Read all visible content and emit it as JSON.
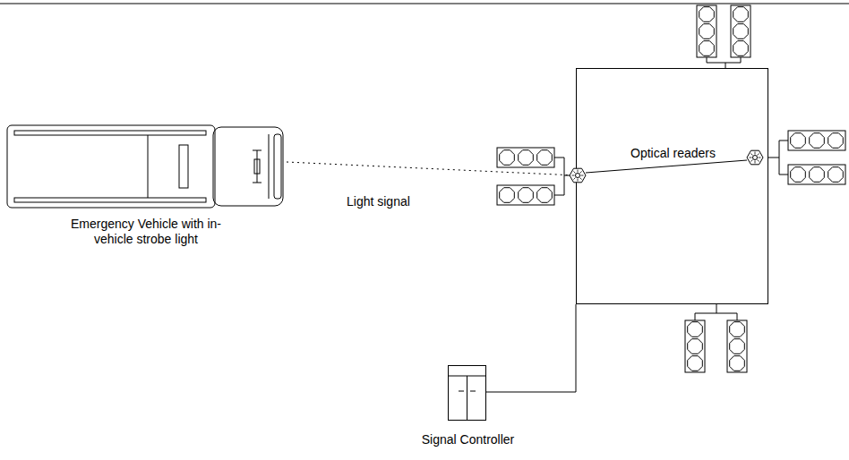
{
  "diagram": {
    "nodes": [
      {
        "text": [
          "Emergency Vehicle with in-vehicle strobe light"
        ]
      },
      {
        "text": [
          "Optical readers"
        ]
      },
      {
        "text": [
          "Signal Controller"
        ]
      }
    ],
    "edges": [
      {
        "from": 0,
        "to": 1,
        "arrow": "none",
        "label": "Light signal"
      },
      {
        "from": 2,
        "to": 1,
        "arrow": "none"
      }
    ]
  }
}
